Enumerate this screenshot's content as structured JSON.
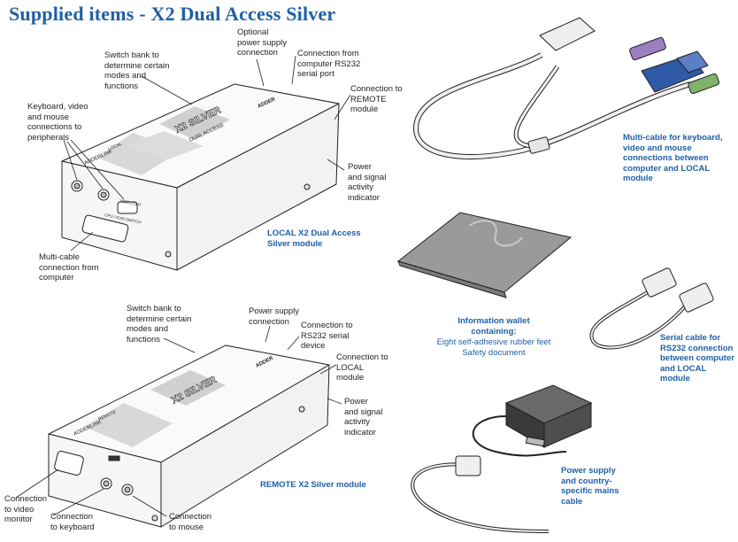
{
  "title": "Supplied items - X2 Dual Access Silver",
  "local": {
    "caption": [
      "LOCAL X2 Dual Access",
      "Silver module"
    ],
    "switch_bank": [
      "Switch bank to",
      "determine certain",
      "modes and",
      "functions"
    ],
    "optional_psu": [
      "Optional",
      "power supply",
      "connection"
    ],
    "rs232": [
      "Connection from",
      "computer RS232",
      "serial port"
    ],
    "to_remote": [
      "Connection to",
      "REMOTE",
      "module"
    ],
    "power_led": [
      "Power",
      "and signal",
      "activity",
      "indicator"
    ],
    "kvm_ports": [
      "Keyboard, video",
      "and mouse",
      "connections to",
      "peripherals"
    ],
    "multicable": [
      "Multi-cable",
      "connection from",
      "computer"
    ]
  },
  "remote": {
    "caption": "REMOTE X2 Silver module",
    "switch_bank": [
      "Switch bank to",
      "determine certain",
      "modes and",
      "functions"
    ],
    "psu": [
      "Power supply",
      "connection"
    ],
    "rs232": [
      "Connection to",
      "RS232 serial",
      "device"
    ],
    "to_local": [
      "Connection to",
      "LOCAL",
      "module"
    ],
    "power_led": [
      "Power",
      "and signal",
      "activity",
      "indicator"
    ],
    "video": [
      "Connection",
      "to video",
      "monitor"
    ],
    "keyboard": [
      "Connection",
      "to keyboard"
    ],
    "mouse": [
      "Connection",
      "to mouse"
    ]
  },
  "multi_cable_caption": [
    "Multi-cable for keyboard,",
    "video and mouse",
    "connections between",
    "computer and LOCAL",
    "module"
  ],
  "wallet": {
    "caption": [
      "Information wallet",
      "containing:"
    ],
    "items": [
      "Eight self-adhesive rubber feet",
      "Safety document"
    ]
  },
  "serial_caption": [
    "Serial cable for",
    "RS232 connection",
    "between computer",
    "and LOCAL module"
  ],
  "psu_caption": [
    "Power supply",
    "and country-",
    "specific mains",
    "cable"
  ],
  "device_text": {
    "brand": "ADDERLINK",
    "local_model": "X2 SILVER",
    "local_sub": "DUAL ACCESS",
    "remote_model": "X2 SILVER",
    "adder": "ADDER",
    "local_tag": "LOCAL",
    "remote_tag": "REMOTE",
    "video_out": "VIDEO OUT",
    "cpu_switch": "CPU / KVM SWITCH"
  },
  "colors": {
    "title": "#1f5fa6",
    "caption": "#1f5fa6",
    "device_body": "#f4f4f4",
    "outline": "#231f20"
  }
}
